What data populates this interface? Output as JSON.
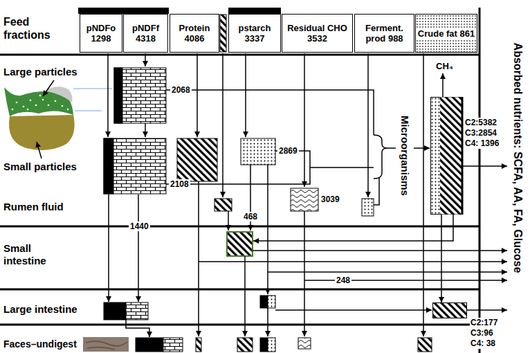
{
  "diagram": {
    "nodes": [
      {
        "text": [
          "pNDFo 1298"
        ]
      },
      {
        "text": [
          "pNDFf 4318"
        ]
      },
      {
        "text": [
          "Protein 4086"
        ]
      },
      {
        "text": [
          "pstarch 3337"
        ]
      },
      {
        "text": [
          "Residual CHO 3532"
        ]
      },
      {
        "text": [
          "Ferment. prod 988"
        ]
      },
      {
        "text": [
          "Crude fat 861"
        ]
      },
      {
        "text": [
          "C2:5382",
          "C3:2854",
          "C4: 1396"
        ]
      },
      {
        "text": [
          "C2:177",
          "C3:96",
          "C4: 38"
        ]
      }
    ],
    "edges": [
      {
        "from": 7,
        "to": 8,
        "arrow": "to"
      }
    ],
    "labels": [
      "Feed fractions",
      "Large particles",
      "Small particles",
      "Rumen fluid",
      "Small intestine",
      "Large intestine",
      "Faces–undigest",
      "2068",
      "2108",
      "2869",
      "3039",
      "1440",
      "468",
      "248",
      "Microorganisms",
      "CH₄",
      "Absorbed nutrients: SCFA, AA, FA, Glucose"
    ]
  }
}
